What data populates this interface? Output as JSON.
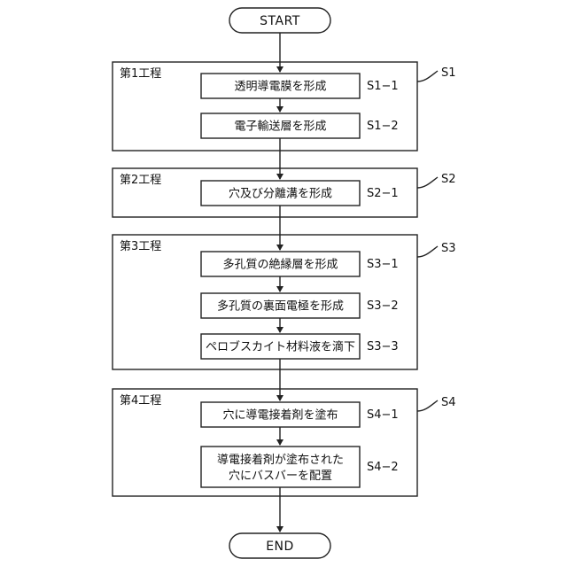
{
  "flow": {
    "start": "START",
    "end": "END"
  },
  "stages": [
    {
      "label": "第1工程",
      "ref": "S1",
      "steps": [
        {
          "id": "S1−1",
          "text": [
            "透明導電膜を形成"
          ]
        },
        {
          "id": "S1−2",
          "text": [
            "電子輸送層を形成"
          ]
        }
      ]
    },
    {
      "label": "第2工程",
      "ref": "S2",
      "steps": [
        {
          "id": "S2−1",
          "text": [
            "穴及び分離溝を形成"
          ]
        }
      ]
    },
    {
      "label": "第3工程",
      "ref": "S3",
      "steps": [
        {
          "id": "S3−1",
          "text": [
            "多孔質の絶縁層を形成"
          ]
        },
        {
          "id": "S3−2",
          "text": [
            "多孔質の裏面電極を形成"
          ]
        },
        {
          "id": "S3−3",
          "text": [
            "ペロブスカイト材料液を滴下"
          ]
        }
      ]
    },
    {
      "label": "第4工程",
      "ref": "S4",
      "steps": [
        {
          "id": "S4−1",
          "text": [
            "穴に導電接着剤を塗布"
          ]
        },
        {
          "id": "S4−2",
          "text": [
            "導電接着剤が塗布された",
            "穴にバスバーを配置"
          ]
        }
      ]
    }
  ]
}
